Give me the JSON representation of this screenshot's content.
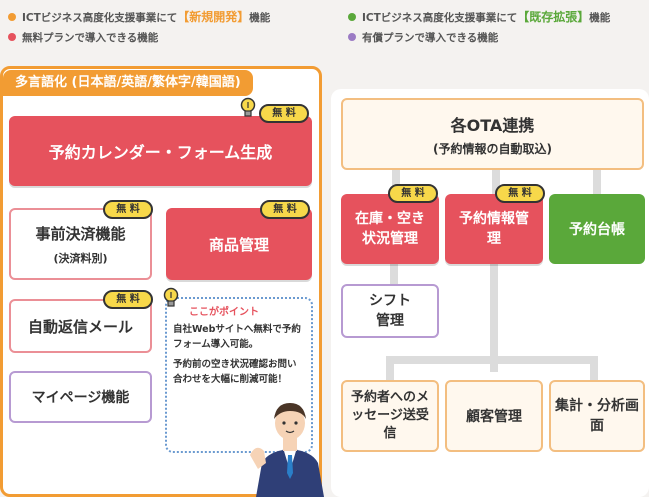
{
  "legend": {
    "orange": {
      "prefix": "ICTビジネス高度化支援事業にて",
      "highlight": "【新規開発】",
      "suffix": "機能",
      "color": "#f29c33"
    },
    "red": {
      "text": "無料プランで導入できる機能",
      "color": "#e6525d"
    },
    "green": {
      "prefix": "ICTビジネス高度化支援事業にて",
      "highlight": "【既存拡張】",
      "suffix": "機能",
      "color": "#5aa83a"
    },
    "purple": {
      "text": "有償プランで導入できる機能",
      "color": "#9b7bc4"
    }
  },
  "left_panel": {
    "title": "多言語化 (日本語/英語/繁体字/韓国語)",
    "reservation_calendar": "予約カレンダー・フォーム生成",
    "prepayment": "事前決済機能",
    "prepayment_note": "(決済料別)",
    "product_management": "商品管理",
    "auto_reply": "自動返信メール",
    "mypage": "マイページ機能"
  },
  "badge_label": "無 料",
  "point": {
    "title": "ここがポイント",
    "para1": "自社Webサイトへ無料で予約フォーム導入可能。",
    "para2": "予約前の空き状況確認お問い合わせを大幅に削減可能！"
  },
  "right_panel": {
    "ota_title": "各OTA連携",
    "ota_subtitle": "(予約情報の自動取込)",
    "inventory": "在庫・空き状況管理",
    "reservation_info": "予約情報管理",
    "reservation_book": "予約台帳",
    "shift": "シフト管理",
    "messages": "予約者へのメッセージ送受信",
    "customer": "顧客管理",
    "analytics": "集計・分析画面"
  }
}
